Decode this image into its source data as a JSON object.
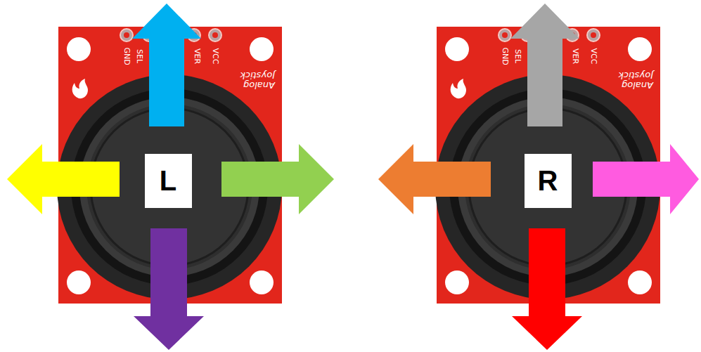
{
  "diagram": {
    "nodes": [
      {
        "text": [
          "L"
        ]
      },
      {
        "text": [
          "R"
        ]
      }
    ],
    "labels": [
      "GND",
      "SEL",
      "VER",
      "VCC",
      "Analog Joystick",
      "GND",
      "SEL",
      "VER",
      "VCC",
      "Analog Joystick"
    ]
  }
}
